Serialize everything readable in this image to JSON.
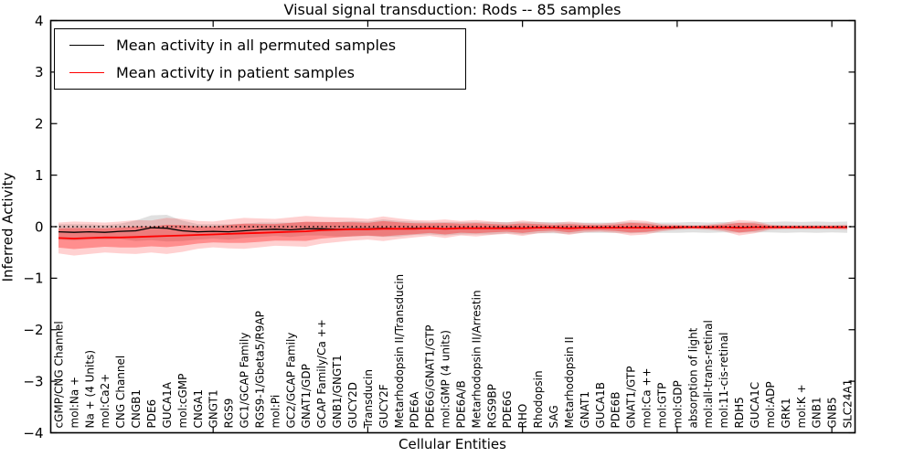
{
  "chart_data": {
    "type": "line",
    "title": "Visual signal transduction: Rods -- 85 samples",
    "xlabel": "Cellular Entities",
    "ylabel": "Inferred Activity",
    "ylim": [
      -4,
      4
    ],
    "yticks": [
      4,
      3,
      2,
      1,
      0,
      -1,
      -2,
      -3,
      -4
    ],
    "xticks_major": [
      10,
      20,
      30,
      40,
      50
    ],
    "grid": false,
    "legend_position": "upper left",
    "zero_line": {
      "y": 0,
      "style": "dotted",
      "color": "#000000"
    },
    "categories": [
      "cGMP/CNG Channel",
      "mol:Na +",
      "Na + (4 Units)",
      "mol:Ca2+",
      "CNG Channel",
      "CNGB1",
      "PDE6",
      "GUCA1A",
      "mol:cGMP",
      "CNGA1",
      "GNGT1",
      "RGS9",
      "GC1/GCAP Family",
      "RGS9-1/Gbeta5/R9AP",
      "mol:Pi",
      "GC2/GCAP Family",
      "GNAT1/GDP",
      "GCAP Family/Ca ++",
      "GNB1/GNGT1",
      "GUCY2D",
      "Transducin",
      "GUCY2F",
      "Metarhodopsin II/Transducin",
      "PDE6A",
      "PDE6G/GNAT1/GTP",
      "mol:GMP (4 units)",
      "PDE6A/B",
      "Metarhodopsin II/Arrestin",
      "RGS9BP",
      "PDE6G",
      "RHO",
      "Rhodopsin",
      "SAG",
      "Metarhodopsin II",
      "GNAT1",
      "GUCA1B",
      "PDE6B",
      "GNAT1/GTP",
      "mol:Ca ++",
      "mol:GTP",
      "mol:GDP",
      "absorption of light",
      "mol:all-trans-retinal",
      "mol:11-cis-retinal",
      "RDH5",
      "GUCA1C",
      "mol:ADP",
      "GRK1",
      "mol:K +",
      "GNB1",
      "GNB5",
      "SLC24A1"
    ],
    "series": [
      {
        "name": "Mean activity in all permuted samples",
        "color": "#000000",
        "line_width": 1.3,
        "values": [
          -0.1,
          -0.11,
          -0.1,
          -0.11,
          -0.09,
          -0.08,
          -0.02,
          -0.03,
          -0.08,
          -0.1,
          -0.09,
          -0.1,
          -0.08,
          -0.06,
          -0.05,
          -0.06,
          -0.04,
          -0.04,
          -0.05,
          -0.04,
          -0.04,
          -0.03,
          -0.04,
          -0.03,
          -0.03,
          -0.04,
          -0.03,
          -0.03,
          -0.03,
          -0.02,
          -0.03,
          -0.02,
          -0.02,
          -0.03,
          -0.02,
          -0.02,
          -0.02,
          -0.02,
          -0.02,
          -0.02,
          -0.02,
          -0.01,
          -0.02,
          -0.01,
          -0.02,
          -0.01,
          -0.01,
          -0.01,
          -0.01,
          -0.01,
          -0.01,
          -0.01
        ],
        "band_half_width": [
          0.15,
          0.16,
          0.15,
          0.14,
          0.15,
          0.2,
          0.24,
          0.26,
          0.2,
          0.15,
          0.14,
          0.15,
          0.14,
          0.14,
          0.13,
          0.14,
          0.13,
          0.13,
          0.14,
          0.15,
          0.14,
          0.17,
          0.15,
          0.13,
          0.12,
          0.13,
          0.12,
          0.12,
          0.12,
          0.11,
          0.12,
          0.11,
          0.11,
          0.11,
          0.1,
          0.1,
          0.1,
          0.11,
          0.1,
          0.1,
          0.1,
          0.1,
          0.1,
          0.1,
          0.1,
          0.1,
          0.1,
          0.11,
          0.1,
          0.11,
          0.1,
          0.11
        ],
        "band_fill": "rgba(0,0,0,0.12)"
      },
      {
        "name": "Mean activity in patient samples",
        "color": "#ff0000",
        "line_width": 1.8,
        "values": [
          -0.22,
          -0.23,
          -0.22,
          -0.21,
          -0.21,
          -0.2,
          -0.19,
          -0.18,
          -0.17,
          -0.16,
          -0.15,
          -0.14,
          -0.13,
          -0.12,
          -0.11,
          -0.1,
          -0.09,
          -0.07,
          -0.06,
          -0.05,
          -0.05,
          -0.04,
          -0.04,
          -0.04,
          -0.03,
          -0.04,
          -0.03,
          -0.03,
          -0.03,
          -0.03,
          -0.03,
          -0.02,
          -0.02,
          -0.03,
          -0.02,
          -0.02,
          -0.02,
          -0.02,
          -0.02,
          -0.02,
          -0.01,
          -0.01,
          -0.01,
          -0.01,
          -0.02,
          -0.01,
          -0.01,
          -0.01,
          -0.01,
          -0.01,
          -0.01,
          -0.01
        ],
        "band_half_width": [
          0.3,
          0.33,
          0.31,
          0.29,
          0.31,
          0.33,
          0.31,
          0.35,
          0.32,
          0.27,
          0.25,
          0.28,
          0.3,
          0.28,
          0.26,
          0.28,
          0.3,
          0.26,
          0.24,
          0.22,
          0.2,
          0.24,
          0.2,
          0.17,
          0.15,
          0.18,
          0.14,
          0.16,
          0.13,
          0.11,
          0.15,
          0.11,
          0.09,
          0.13,
          0.09,
          0.08,
          0.1,
          0.15,
          0.13,
          0.07,
          0.05,
          0.04,
          0.05,
          0.08,
          0.15,
          0.12,
          0.05,
          0.04,
          0.04,
          0.04,
          0.04,
          0.05
        ],
        "band_fill_outer": "rgba(255,0,0,0.18)",
        "band_fill_inner": "rgba(255,0,0,0.32)"
      }
    ]
  }
}
